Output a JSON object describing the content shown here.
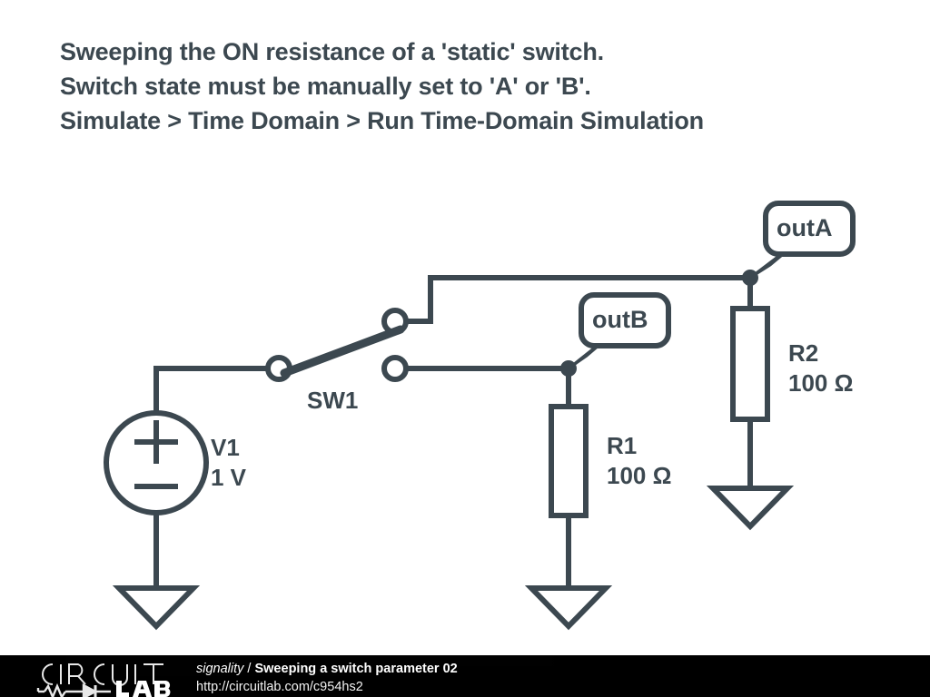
{
  "title": {
    "lines": [
      "Sweeping the ON resistance of a 'static' switch.",
      "Switch state must be manually set to 'A' or 'B'.",
      "Simulate > Time Domain > Run Time-Domain Simulation"
    ]
  },
  "colors": {
    "ink": "#3c4850",
    "background": "#ffffff",
    "footer_bg": "#0a0a0a",
    "footer_text": "#ffffff"
  },
  "schematic": {
    "components": [
      {
        "id": "V1",
        "type": "voltage-source",
        "name": "V1",
        "value": "1 V",
        "plus_symbol": "+",
        "minus_symbol": "−"
      },
      {
        "id": "SW1",
        "type": "spdt-switch",
        "name": "SW1",
        "state": "A"
      },
      {
        "id": "R1",
        "type": "resistor",
        "name": "R1",
        "value": "100 Ω"
      },
      {
        "id": "R2",
        "type": "resistor",
        "name": "R2",
        "value": "100 Ω"
      }
    ],
    "node_labels": [
      {
        "id": "outA",
        "text": "outA"
      },
      {
        "id": "outB",
        "text": "outB"
      }
    ],
    "grounds": [
      {
        "id": "gnd-v1"
      },
      {
        "id": "gnd-r1"
      },
      {
        "id": "gnd-r2"
      }
    ]
  },
  "footer": {
    "logo": {
      "word_top": "CIRCUIT",
      "word_bottom": "LAB",
      "symbols": "resistor-diode"
    },
    "author": "signality",
    "separator": "/",
    "project_title": "Sweeping a switch parameter 02",
    "url": "http://circuitlab.com/c954hs2"
  }
}
